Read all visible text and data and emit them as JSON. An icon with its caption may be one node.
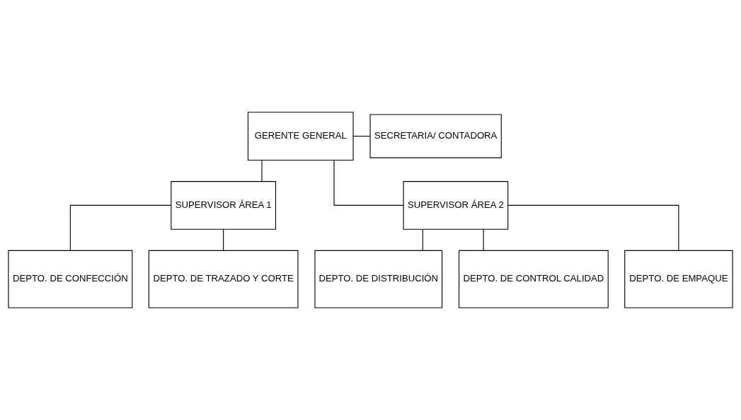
{
  "diagram": {
    "nodes": [
      {
        "text": [
          "GERENTE GENERAL"
        ]
      },
      {
        "text": [
          "SECRETARIA/ CONTADORA"
        ]
      },
      {
        "text": [
          "SUPERVISOR ÁREA 1"
        ]
      },
      {
        "text": [
          "SUPERVISOR ÁREA 2"
        ]
      },
      {
        "text": [
          "DEPTO. DE CONFECCIÓN"
        ]
      },
      {
        "text": [
          "DEPTO. DE TRAZADO Y CORTE"
        ]
      },
      {
        "text": [
          "DEPTO. DE DISTRIBUCIÓN"
        ]
      },
      {
        "text": [
          "DEPTO. DE CONTROL CALIDAD"
        ]
      },
      {
        "text": [
          "DEPTO. DE EMPAQUE"
        ]
      }
    ],
    "edges": [
      {
        "from": 0,
        "to": 1,
        "arrow": "none"
      },
      {
        "from": 0,
        "to": 2,
        "arrow": "none"
      },
      {
        "from": 0,
        "to": 3,
        "arrow": "none"
      },
      {
        "from": 2,
        "to": 4,
        "arrow": "none"
      },
      {
        "from": 2,
        "to": 5,
        "arrow": "none"
      },
      {
        "from": 3,
        "to": 6,
        "arrow": "none"
      },
      {
        "from": 3,
        "to": 7,
        "arrow": "none"
      },
      {
        "from": 3,
        "to": 8,
        "arrow": "none"
      }
    ]
  }
}
